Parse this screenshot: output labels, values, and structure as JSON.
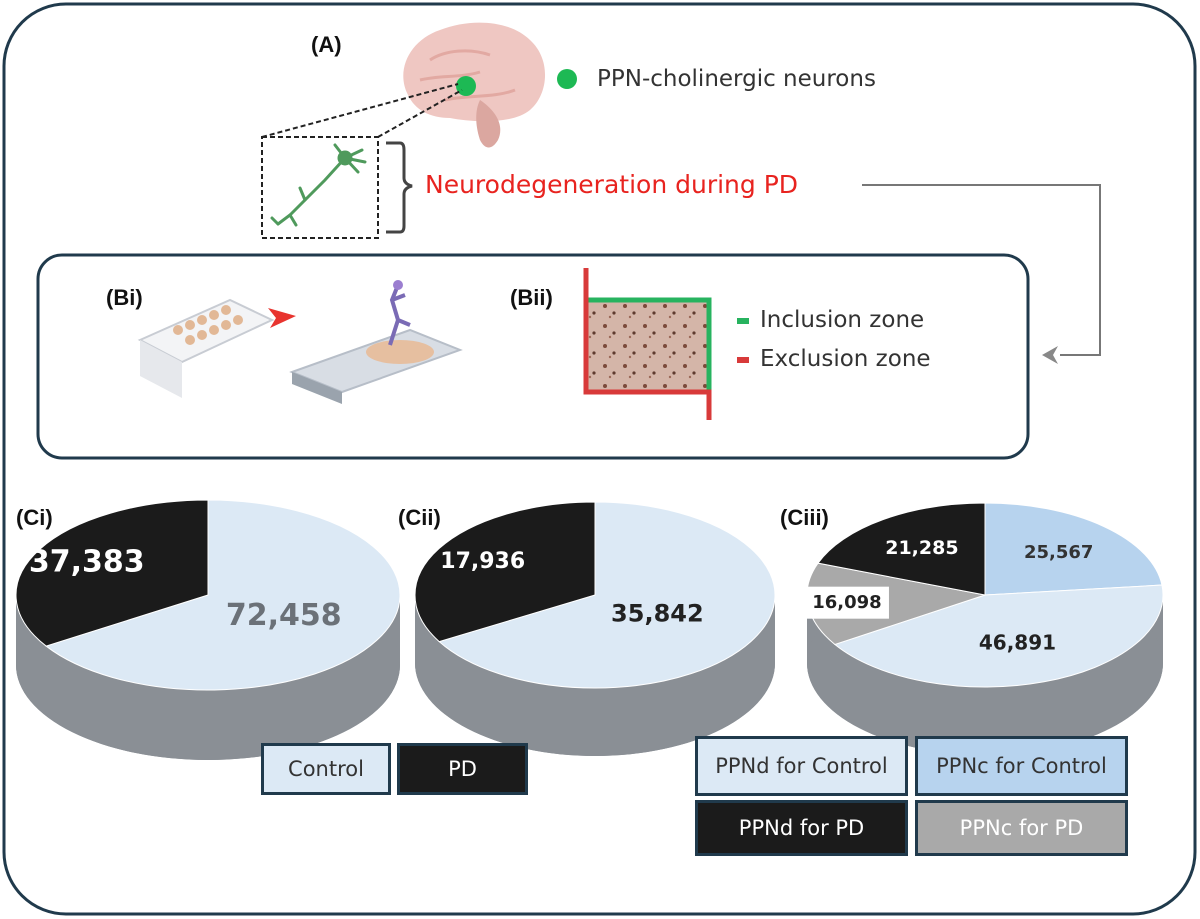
{
  "panel_a": {
    "label": "(A)",
    "marker_label": "PPN-cholinergic neurons",
    "neuro_label": "Neurodegeneration during PD",
    "marker_color": "#1db954"
  },
  "panel_b": {
    "label_bi": "(Bi)",
    "label_bii": "(Bii)",
    "inclusion_label": "Inclusion zone",
    "exclusion_label": "Exclusion zone",
    "inclusion_color": "#27b35f",
    "exclusion_color": "#d83a3a"
  },
  "legend_c": {
    "control": "Control",
    "pd": "PD",
    "ppnd_control": "PPNd for Control",
    "ppnc_control": "PPNc for Control",
    "ppnd_pd": "PPNd for PD",
    "ppnc_pd": "PPNc for PD"
  },
  "colors": {
    "light_blue": "#dce9f5",
    "mid_blue": "#b7d3ee",
    "black": "#1b1b1b",
    "grey": "#a9a9a9",
    "side_grey": "#8a8f95",
    "frame": "#203a4c"
  },
  "chart_data": [
    {
      "type": "pie",
      "panel": "(Ci)",
      "categories": [
        "Control",
        "PD"
      ],
      "values": [
        72458,
        37383
      ],
      "labels": [
        "72,458",
        "37,383"
      ]
    },
    {
      "type": "pie",
      "panel": "(Cii)",
      "categories": [
        "Control",
        "PD"
      ],
      "values": [
        35842,
        17936
      ],
      "labels": [
        "35,842",
        "17,936"
      ]
    },
    {
      "type": "pie",
      "panel": "(Ciii)",
      "categories": [
        "PPNc for Control",
        "PPNd for Control",
        "PPNc for PD",
        "PPNd for PD"
      ],
      "values": [
        25567,
        46891,
        16098,
        21285
      ],
      "labels": [
        "25,567",
        "46,891",
        "16,098",
        "21,285"
      ]
    }
  ]
}
